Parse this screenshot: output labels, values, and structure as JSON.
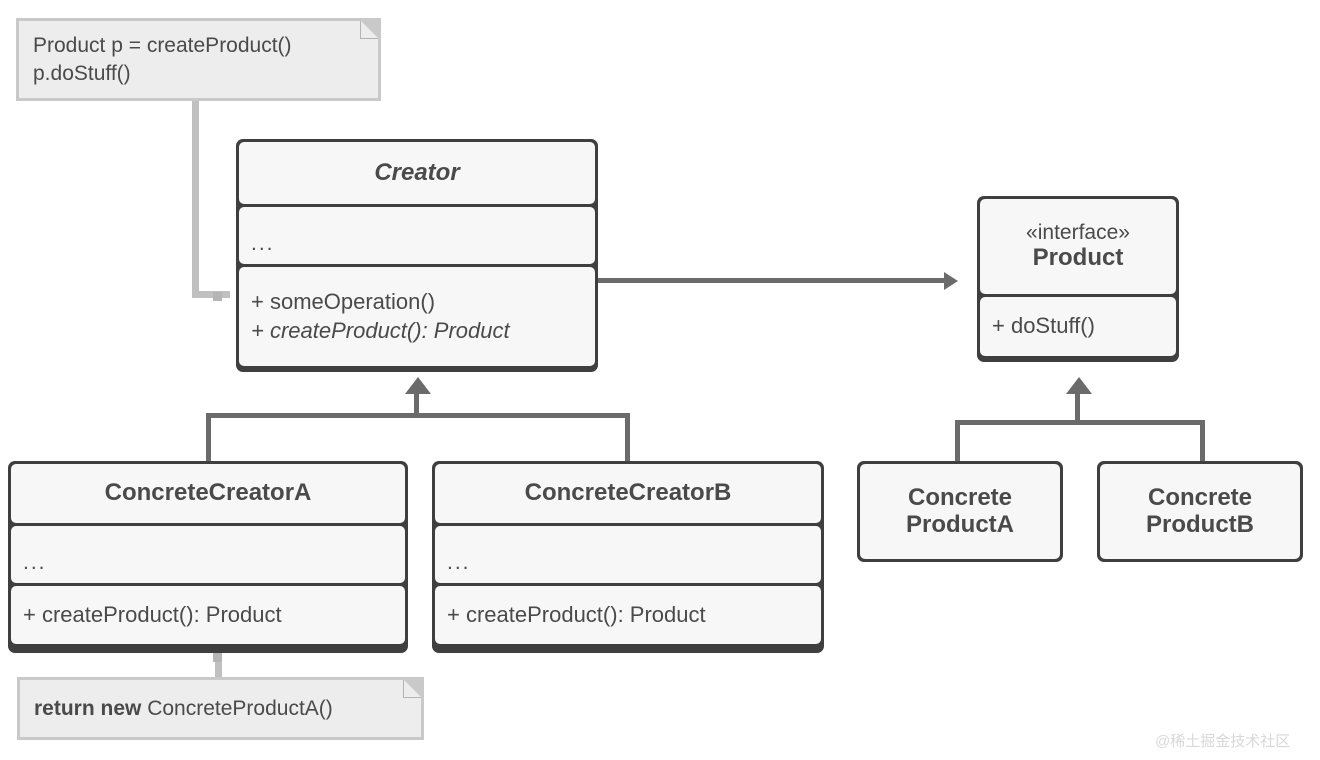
{
  "diagram": {
    "title": "Factory Method pattern UML class diagram",
    "background_color": "#ffffff",
    "box_border_color": "#3f3f3f",
    "box_fill_color": "#f7f7f7",
    "connector_color": "#6b6b6b",
    "note_fill_color": "#ededed",
    "note_border_color": "#c9c9c9",
    "text_color": "#4a4a4a"
  },
  "notes": {
    "client_code": {
      "line1": "Product p = createProduct()",
      "line2": "p.doStuff()"
    },
    "factory_impl": {
      "bold": "return new",
      "rest": " ConcreteProductA()"
    }
  },
  "classes": {
    "creator": {
      "name": "Creator",
      "attributes": "...",
      "methods": [
        "+ someOperation()",
        "+ createProduct(): Product"
      ]
    },
    "product": {
      "stereotype": "«interface»",
      "name": "Product",
      "methods": [
        "+ doStuff()"
      ]
    },
    "concrete_creator_a": {
      "name": "ConcreteCreatorA",
      "attributes": "...",
      "methods": [
        "+ createProduct(): Product"
      ]
    },
    "concrete_creator_b": {
      "name": "ConcreteCreatorB",
      "attributes": "...",
      "methods": [
        "+ createProduct(): Product"
      ]
    },
    "concrete_product_a": {
      "name_line1": "Concrete",
      "name_line2": "ProductA"
    },
    "concrete_product_b": {
      "name_line1": "Concrete",
      "name_line2": "ProductB"
    }
  },
  "watermark": {
    "text": "@稀土掘金技术社区"
  }
}
